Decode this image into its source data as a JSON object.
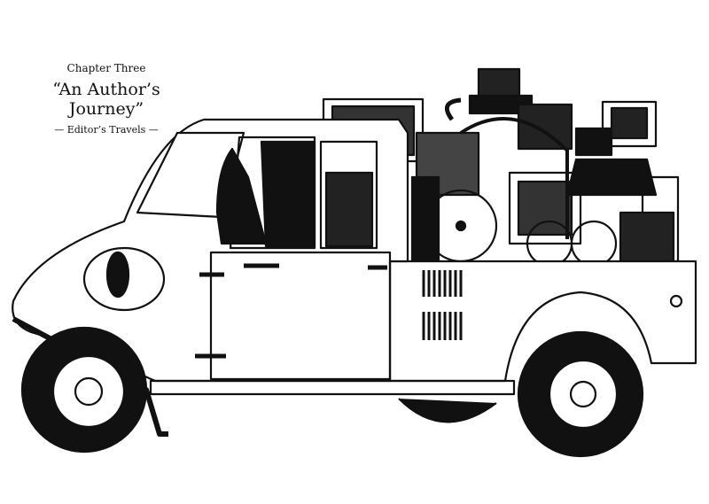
{
  "caption": {
    "chapter": "Chapter Three",
    "title": "“An Author’s Journey”",
    "subtitle": "— Editor’s Travels —"
  },
  "colors": {
    "ink": "#111111",
    "paper": "#ffffff"
  }
}
